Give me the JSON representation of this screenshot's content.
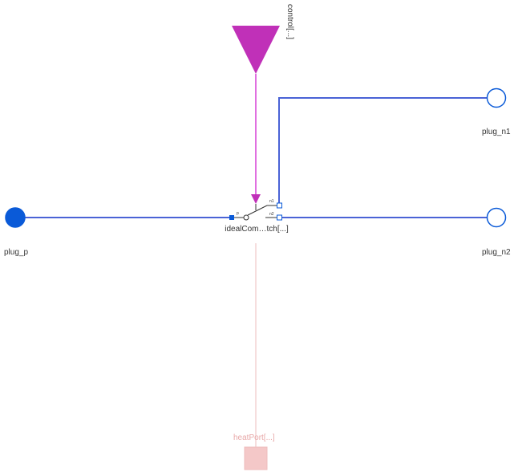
{
  "labels": {
    "plug_p": "plug_p",
    "plug_n1": "plug_n1",
    "plug_n2": "plug_n2",
    "control": "control[...]",
    "switch": "idealCom…tch[...]",
    "heatport": "heatPort[...]",
    "pin_p": "p",
    "pin_n1": "n1",
    "pin_n2": "n2"
  },
  "colors": {
    "electric": "#4a63d6",
    "electric_fill": "#0a5ad8",
    "control": "#c030b8",
    "control_line": "#e070e0",
    "heat": "#f4c8c8",
    "heat_line": "#f4d4d4",
    "switch_line": "#333333"
  }
}
